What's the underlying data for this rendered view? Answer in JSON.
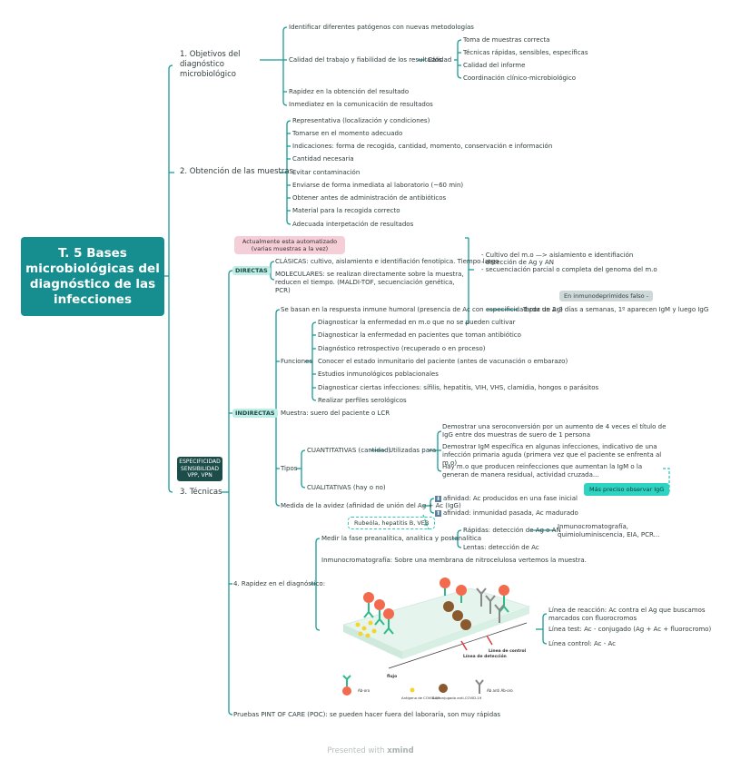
{
  "root": {
    "title": "T. 5 Bases microbiológicas del diagnóstico de las infecciones"
  },
  "branch1": {
    "label": "1. Objetivos del diagnóstico microbiológico",
    "items": [
      "Identificar diferentes patógenos con nuevas metodologías",
      "Calidad del trabajo y fiabilidad de los resultados",
      "Rapidez en la obtención del resultado",
      "Inmediatez en la comunicación de resultados"
    ],
    "calidad": {
      "label": "Calidad",
      "items": [
        "Toma de muestras correcta",
        "Técnicas rápidas, sensibles, específicas",
        "Calidad del informe",
        "Coordinación clínico-microbiológico"
      ]
    }
  },
  "branch2": {
    "label": "2. Obtención de las muestras",
    "items": [
      "Representativa (localización y condiciones)",
      "Tomarse en el momento adecuado",
      "Indicaciones: forma de recogida, cantidad, momento, conservación e información",
      "Cantidad necesaria",
      "Evitar contaminación",
      "Enviarse de forma inmediata al laboratorio (~60 min)",
      "Obtener antes de administración de antibióticos",
      "Material para la recogida correcto",
      "Adecuada interpetación de resultados"
    ]
  },
  "branch3": {
    "label": "3. Técnicas",
    "callout": [
      "ESPECIFICIDAD",
      "SENSIBILIDAD",
      "VPP, VPN"
    ],
    "directas": {
      "label": "DIRECTAS",
      "note": "Actualmente esta automatizado (varias muestras a la vez)",
      "clasicas": "CLÁSICAS: cultivo, aislamiento e identifiación fenotípica. Tiempo largo",
      "moleculares": "MOLECULARES: se realizan directamente sobre la muestra, reducen el tiempo. (MALDI-TOF, secuenciación genética, PCR)",
      "summary": [
        "- Cultivo del m.o —> aislamiento e identifiación",
        "- detección de Ag y AN",
        "- secuenciación parcial o completa del genoma del m.o"
      ]
    },
    "indirectas": {
      "label": "INDIRECTAS",
      "humoral": "Se basan en la respuesta inmune humoral (presencia de Ac con especificidad por un Ag)",
      "humoral_detail": "Tarda de 2-3 días a semanas, 1º aparecen IgM y luego IgG",
      "humoral_note": "En inmunodeprimidos falso -",
      "funciones": {
        "label": "Funciones",
        "items": [
          "Diagnosticar la enfermedad en m.o que no se pueden cultivar",
          "Diagnosticar la enfermedad en pacientes que toman antibiótico",
          "Diagnóstico retrospectivo (recuperado o en proceso)",
          "Conocer el estado inmunitario del paciente (antes de vacunación o embarazo)",
          "Estudios inmunológicos poblacionales",
          "Diagnosticar ciertas infecciones: sífilis, hepatitis, VIH, VHS, clamidia, hongos o parásitos",
          "Realizar perfiles serológicos"
        ]
      },
      "muestra": "Muestra: suero del paciente o LCR",
      "tipos": {
        "label": "Tipos",
        "cuantitativas": "CUANTITATIVAS (cantidad)",
        "utilizadas": "Utilizadas para",
        "uses": [
          "Demostrar una seroconversión por un aumento de 4 veces el título de IgG entre dos muestras de suero de 1 persona",
          "Demostrar IgM específica en algunas infecciones, indicativo de una infección primaria aguda (primera vez que el paciente se enfrenta al m.o)",
          "Hay m.o que producen reinfecciones que aumentan la IgM o la generan de manera residual, actividad cruzada..."
        ],
        "uses_note": "Más preciso observar IgG",
        "cualitativas": "CUALITATIVAS (hay o no)"
      },
      "avidez": {
        "label": "Medida de la avidez (afinidad de unión del Ag + Ac (IgG)",
        "items": [
          {
            "icon": "arrow-down-icon",
            "glyph": "⬇",
            "text": "afinidad: Ac producidos en una fase inicial"
          },
          {
            "icon": "arrow-up-icon",
            "glyph": "⬆",
            "text": "afinidad: inmunidad pasada, Ac madurado"
          }
        ],
        "note": "Rubeóla, hepatitis B, VEB"
      }
    },
    "rapidez": {
      "label": "4. Rapidez en el diagnóstico:",
      "medir": "Medir la fase preanalítica, analítica y postanalítica",
      "rapidas": "Rápidas: detección de Ag o AN",
      "rapidas_detail": "Inmunocromatografía, quimioluminiscencia, EIA, PCR...",
      "lentas": "Lentas: detección de Ac",
      "inmuno": "Inmunocromatografía: Sobre una membrana de nitrocelulosa vertemos la muestra.",
      "lineas": [
        "Línea de reacción: Ac contra el Ag que buscamos marcados con fluorocromos",
        "Línea test: Ac - conjugado (Ag + Ac + fluorocromo)",
        "Línea control:   Ac - Ac"
      ],
      "figure_labels": {
        "deteccion": "Línea de detección",
        "control": "Línea de control",
        "flujo": "flujo",
        "ab_oro": "Ab-oro",
        "antigeno": "Antígeno de COVID-19",
        "conjugado": "Ab/conjugado anti-COVID-19",
        "anti": "Ab anti Ab-oro"
      }
    },
    "poc": "Pruebas PINT OF CARE (POC): se pueden hacer fuera del laboraría, son muy rápidas"
  },
  "footer": {
    "prefix": "Presented with ",
    "brand": "xmind"
  }
}
